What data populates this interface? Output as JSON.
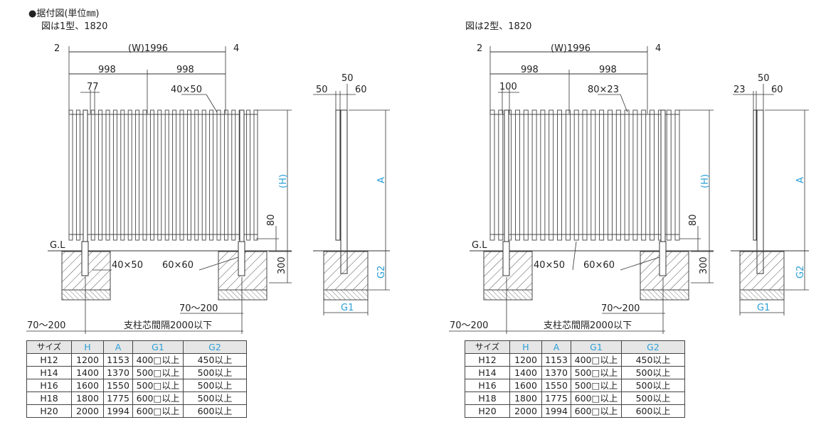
{
  "header": {
    "title": "●据付図(単位㎜)",
    "left_caption": "図は1型、1820",
    "right_caption": "図は2型、1820"
  },
  "diagrams": [
    {
      "width_label": "(W)1996",
      "left_offset": "2",
      "right_offset": "4",
      "half_left": "998",
      "half_right": "998",
      "pitch_label": "77",
      "slat_label": "40×50",
      "height_label": "(H)",
      "rail_label": "80",
      "gl_label": "G.L",
      "post_label": "40×50",
      "base_label": "60×60",
      "depth_label": "300",
      "footing_label": "70〜200",
      "footing_label_left": "70〜200",
      "span_label": "支柱芯間隔2000以下",
      "side_top_center": "50",
      "side_top_left": "50",
      "side_top_right": "60",
      "a_label": "A",
      "g1_label": "G1",
      "g2_label": "G2"
    },
    {
      "width_label": "(W)1996",
      "left_offset": "2",
      "right_offset": "4",
      "half_left": "998",
      "half_right": "998",
      "pitch_label": "100",
      "slat_label": "80×23",
      "height_label": "(H)",
      "rail_label": "80",
      "gl_label": "G.L",
      "post_label": "40×50",
      "base_label": "60×60",
      "depth_label": "300",
      "footing_label": "70〜200",
      "footing_label_left": "70〜200",
      "span_label": "支柱芯間隔2000以下",
      "side_top_center": "50",
      "side_top_left": "23",
      "side_top_right": "60",
      "a_label": "A",
      "g1_label": "G1",
      "g2_label": "G2"
    }
  ],
  "table": {
    "headers": [
      "サイズ",
      "H",
      "A",
      "G1",
      "G2"
    ],
    "rows": [
      [
        "H12",
        "1200",
        "1153",
        "400□以上",
        "450以上"
      ],
      [
        "H14",
        "1400",
        "1370",
        "500□以上",
        "500以上"
      ],
      [
        "H16",
        "1600",
        "1550",
        "500□以上",
        "500以上"
      ],
      [
        "H18",
        "1800",
        "1775",
        "600□以上",
        "500以上"
      ],
      [
        "H20",
        "2000",
        "1994",
        "600□以上",
        "600以上"
      ]
    ]
  },
  "colors": {
    "line": "#333333",
    "accent_blue": "#2a9fd6",
    "table_header_bg": "#e6e6e6"
  }
}
